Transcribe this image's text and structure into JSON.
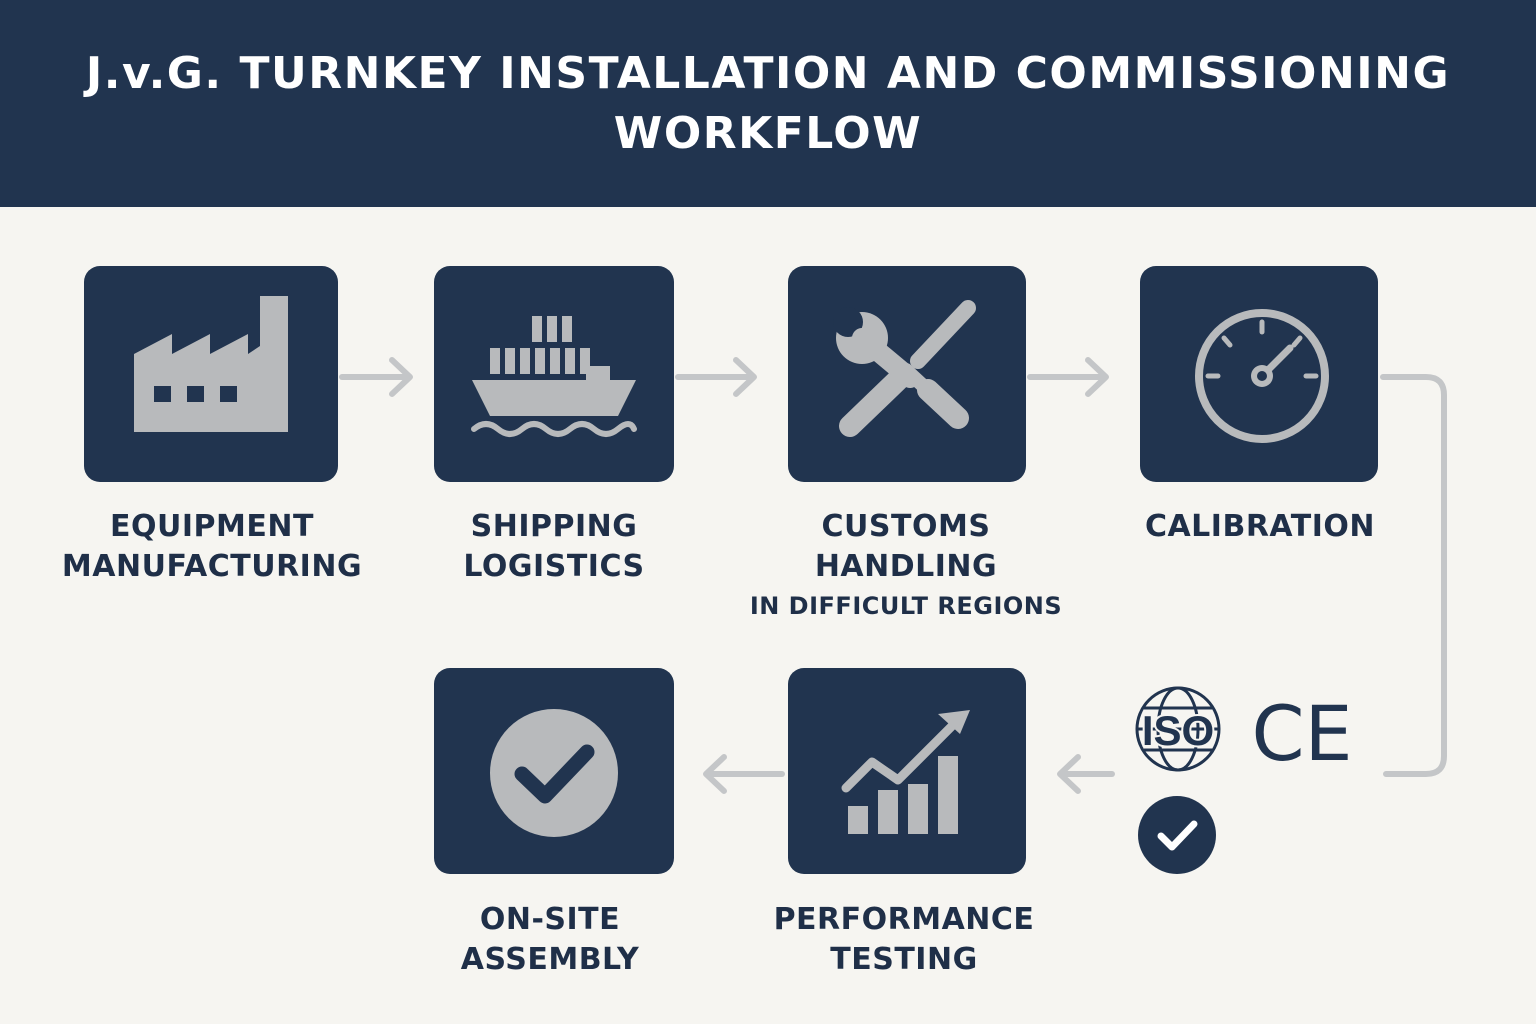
{
  "title": {
    "line1": "J.v.G. TURNKEY INSTALLATION AND COMMISSIONING",
    "line2": "WORKFLOW"
  },
  "steps": [
    {
      "id": "equipment-manufacturing",
      "icon": "factory-icon",
      "label_lines": [
        "EQUIPMENT",
        "MANUFACTURING"
      ]
    },
    {
      "id": "shipping-logistics",
      "icon": "cargo-ship-icon",
      "label_lines": [
        "SHIPPING",
        "LOGISTICS"
      ]
    },
    {
      "id": "customs-handling",
      "icon": "wrench-screwdriver-icon",
      "label_lines": [
        "CUSTOMS",
        "HANDLING"
      ],
      "sublabel": "IN DIFFICULT REGIONS"
    },
    {
      "id": "calibration",
      "icon": "gauge-icon",
      "label_lines": [
        "CALIBRATION"
      ]
    },
    {
      "id": "performance-testing",
      "icon": "growth-chart-icon",
      "label_lines": [
        "PERFORMANCE",
        "TESTING"
      ]
    },
    {
      "id": "on-site-assembly",
      "icon": "check-circle-icon",
      "label_lines": [
        "ON-SITE",
        "ASSEMBLY"
      ]
    }
  ],
  "certifications": {
    "iso": "ISO",
    "ce": "CE",
    "approved_icon": "check-badge-icon"
  },
  "colors": {
    "navy": "#21344f",
    "icon_gray": "#b8babc",
    "arrow_gray": "#c4c6c8",
    "background": "#f6f5f1",
    "text": "#1f2f48"
  }
}
